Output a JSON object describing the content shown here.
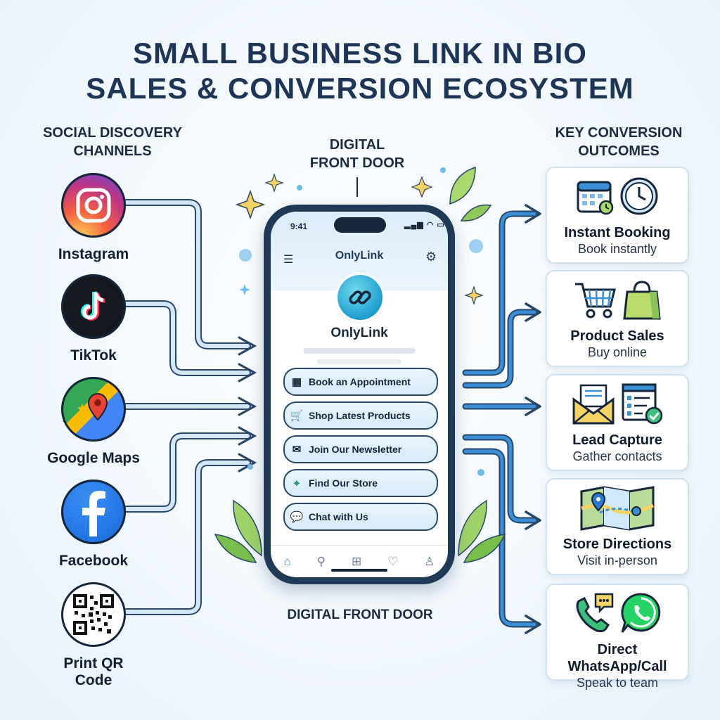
{
  "title_line1": "SMALL BUSINESS LINK IN BIO",
  "title_line2": "SALES & CONVERSION ECOSYSTEM",
  "left_header_line1": "SOCIAL DISCOVERY",
  "left_header_line2": "CHANNELS",
  "center_header_line1": "DIGITAL",
  "center_header_line2": "FRONT DOOR",
  "right_header_line1": "KEY CONVERSION",
  "right_header_line2": "OUTCOMES",
  "bottom_caption": "DIGITAL FRONT DOOR",
  "channels": [
    {
      "label": "Instagram",
      "icon": "instagram-icon"
    },
    {
      "label": "TikTok",
      "icon": "tiktok-icon"
    },
    {
      "label": "Google Maps",
      "icon": "google-maps-icon"
    },
    {
      "label": "Facebook",
      "icon": "facebook-icon"
    },
    {
      "label": "Print QR Code",
      "icon": "qr-code-icon"
    }
  ],
  "phone": {
    "time": "9:41",
    "app_name": "OnlyLink",
    "profile_name": "OnlyLink",
    "buttons": [
      {
        "label": "Book an Appointment",
        "icon": "calendar-icon"
      },
      {
        "label": "Shop Latest Products",
        "icon": "cart-icon"
      },
      {
        "label": "Join Our Newsletter",
        "icon": "envelope-icon"
      },
      {
        "label": "Find Our Store",
        "icon": "map-pin-icon"
      },
      {
        "label": "Chat with Us",
        "icon": "chat-icon"
      }
    ]
  },
  "outcomes": [
    {
      "title": "Instant Booking",
      "subtitle": "Book instantly",
      "icons": [
        "calendar-icon",
        "clock-icon"
      ]
    },
    {
      "title": "Product Sales",
      "subtitle": "Buy online",
      "icons": [
        "shopping-cart-icon",
        "shopping-bag-icon"
      ]
    },
    {
      "title": "Lead Capture",
      "subtitle": "Gather contacts",
      "icons": [
        "envelope-icon",
        "form-check-icon"
      ]
    },
    {
      "title": "Store Directions",
      "subtitle": "Visit in-person",
      "icons": [
        "map-icon"
      ]
    },
    {
      "title": "Direct WhatsApp/Call",
      "subtitle": "Speak to team",
      "icons": [
        "phone-chat-icon",
        "whatsapp-icon"
      ]
    }
  ],
  "colors": {
    "navy": "#1d3557",
    "arrow_left": "#a9cde8",
    "arrow_right": "#3a8fd6",
    "accent": "#1f9fd1"
  }
}
